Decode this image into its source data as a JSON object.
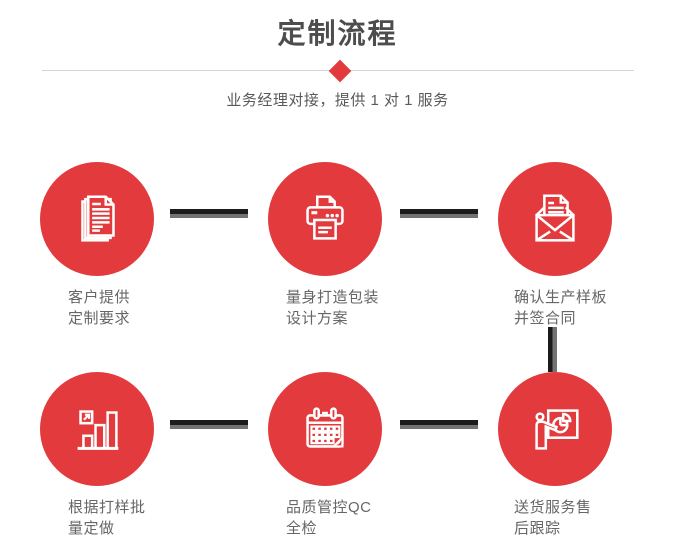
{
  "header": {
    "title": "定制流程",
    "subtitle": "业务经理对接，提供 1 对 1 服务"
  },
  "colors": {
    "accent": "#e33b3d",
    "title_color": "#4d4d4d",
    "subtitle_color": "#595959",
    "label_color": "#666666",
    "connector_black": "#1c1c1c",
    "connector_gray": "#737373",
    "divider": "#d4d4d4"
  },
  "steps": [
    {
      "icon": "documents-icon",
      "line1": "客户提供",
      "line2": "定制要求"
    },
    {
      "icon": "printer-icon",
      "line1": "量身打造包装",
      "line2": "设计方案"
    },
    {
      "icon": "envelope-icon",
      "line1": "确认生产样板",
      "line2": "并签合同"
    },
    {
      "icon": "bar-chart-icon",
      "line1": "根据打样批",
      "line2": "量定做"
    },
    {
      "icon": "calendar-icon",
      "line1": "品质管控QC",
      "line2": "全检"
    },
    {
      "icon": "presentation-icon",
      "line1": "送货服务售",
      "line2": "后跟踪"
    }
  ]
}
